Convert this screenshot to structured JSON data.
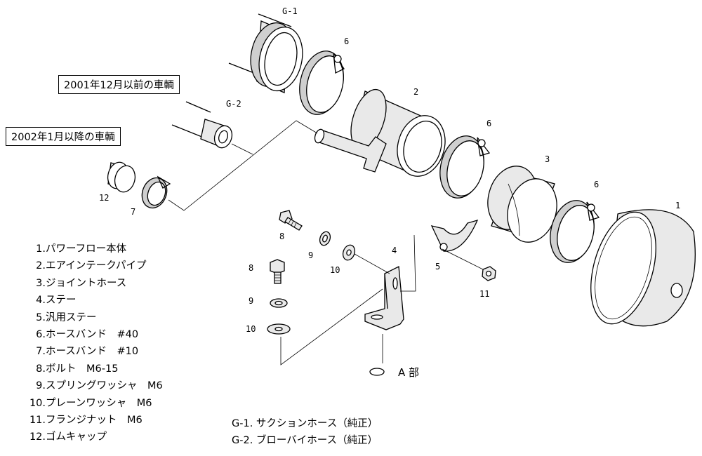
{
  "labels": {
    "box_before": "2001年12月以前の車輌",
    "box_after": "2002年1月以降の車輌",
    "detail_a": "A 部",
    "callouts": {
      "g1": "G-1",
      "g2": "G-2",
      "p1": "1",
      "p2": "2",
      "p3": "3",
      "p4": "4",
      "p5": "5",
      "p6a": "6",
      "p6b": "6",
      "p6c": "6",
      "p7": "7",
      "p8a": "8",
      "p8b": "8",
      "p9a": "9",
      "p9b": "9",
      "p10a": "10",
      "p10b": "10",
      "p11": "11",
      "p12": "12"
    }
  },
  "parts_list": [
    {
      "num": "1.",
      "name": "パワーフロー本体"
    },
    {
      "num": "2.",
      "name": "エアインテークパイプ"
    },
    {
      "num": "3.",
      "name": "ジョイントホース"
    },
    {
      "num": "4.",
      "name": "ステー"
    },
    {
      "num": "5.",
      "name": "汎用ステー"
    },
    {
      "num": "6.",
      "name": "ホースバンド　#40"
    },
    {
      "num": "7.",
      "name": "ホースバンド　#10"
    },
    {
      "num": "8.",
      "name": "ボルト　M6-15"
    },
    {
      "num": "9.",
      "name": "スプリングワッシャ　M6"
    },
    {
      "num": "10.",
      "name": "プレーンワッシャ　M6"
    },
    {
      "num": "11.",
      "name": "フランジナット　M6"
    },
    {
      "num": "12.",
      "name": "ゴムキャップ"
    }
  ],
  "genuine_parts": [
    {
      "num": "G-1.",
      "name": "サクションホース（純正）"
    },
    {
      "num": "G-2.",
      "name": "ブローバイホース（純正）"
    }
  ]
}
